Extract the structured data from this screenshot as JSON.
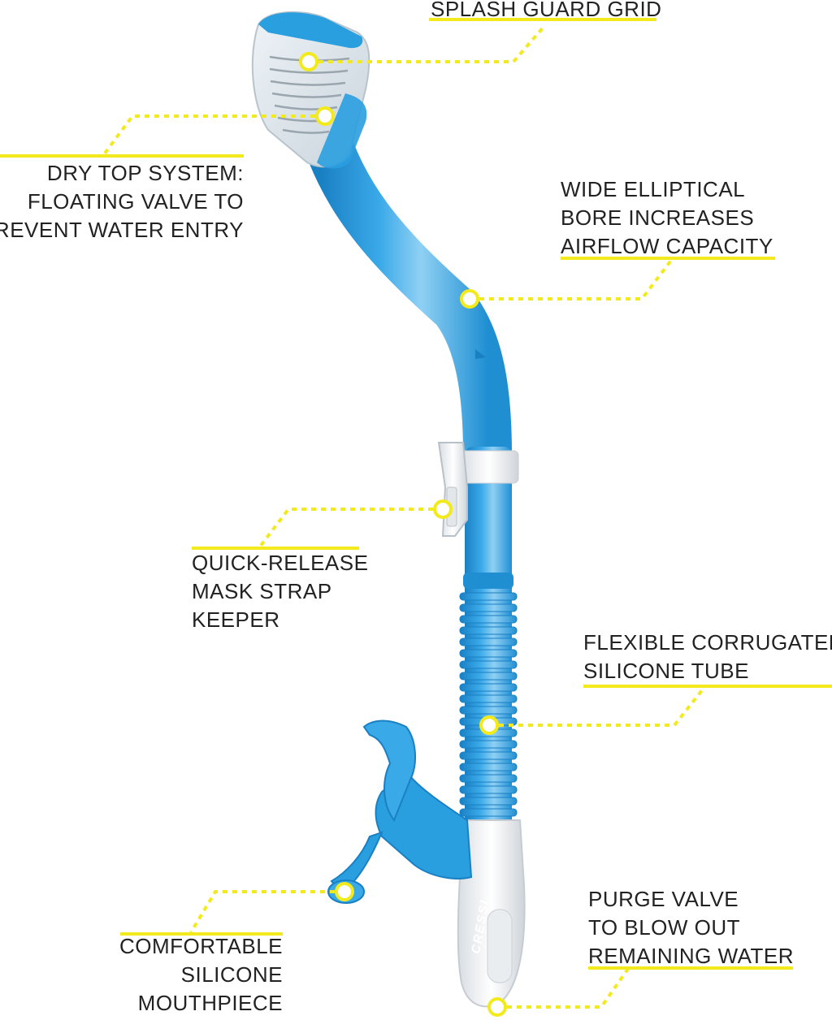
{
  "colors": {
    "accent_yellow": "#f2ea1c",
    "tube_blue": "#2a9fe0",
    "tube_blue_dark": "#1a80c4",
    "tube_blue_light": "#7cc8f2",
    "keeper_white": "#f4f6f8",
    "text": "#222222"
  },
  "product": {
    "brand": "CRESSI"
  },
  "callouts": {
    "splash_guard": {
      "lines": [
        "SPLASH GUARD GRID"
      ]
    },
    "dry_top": {
      "lines": [
        "DRY TOP SYSTEM:",
        "FLOATING VALVE TO",
        "PREVENT WATER ENTRY"
      ]
    },
    "bore": {
      "lines": [
        "WIDE ELLIPTICAL",
        "BORE INCREASES",
        "AIRFLOW CAPACITY"
      ]
    },
    "keeper": {
      "lines": [
        "QUICK-RELEASE",
        "MASK STRAP",
        "KEEPER"
      ]
    },
    "corrugated": {
      "lines": [
        "FLEXIBLE CORRUGATED",
        "SILICONE TUBE"
      ]
    },
    "purge": {
      "lines": [
        "PURGE VALVE",
        "TO BLOW OUT",
        "REMAINING WATER"
      ]
    },
    "mouthpiece": {
      "lines": [
        "COMFORTABLE",
        "SILICONE",
        "MOUTHPIECE"
      ]
    }
  }
}
